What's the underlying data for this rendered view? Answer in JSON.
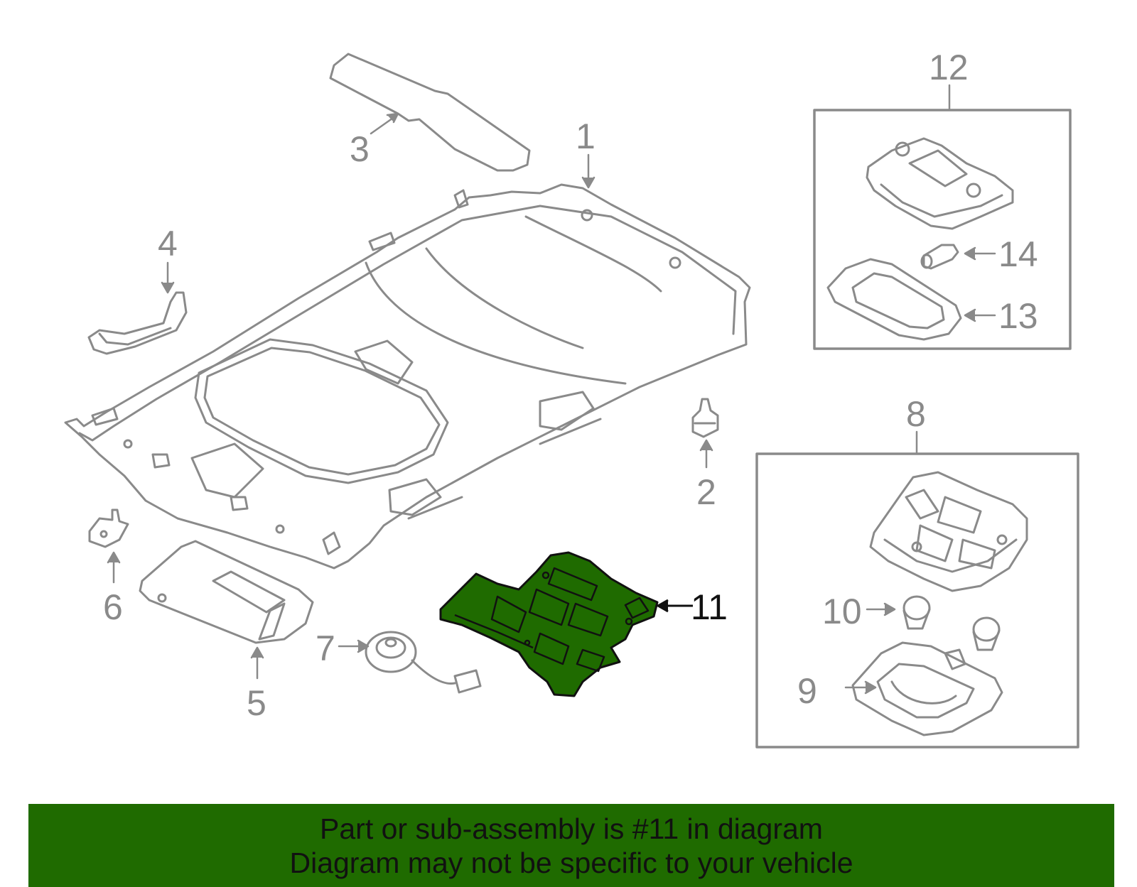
{
  "callouts": {
    "c1": "1",
    "c2": "2",
    "c3": "3",
    "c4": "4",
    "c5": "5",
    "c6": "6",
    "c7": "7",
    "c8": "8",
    "c9": "9",
    "c10": "10",
    "c11": "11",
    "c12": "12",
    "c13": "13",
    "c14": "14"
  },
  "highlighted_part": "11",
  "colors": {
    "line_art": "#8a8a8a",
    "highlight_fill": "#1f6b00",
    "highlight_outline": "#111111",
    "banner_background": "#1f6b00",
    "banner_text": "#111111"
  },
  "banner": {
    "line1": "Part or sub-assembly is #11 in diagram",
    "line2": "Diagram may not be specific to your vehicle"
  }
}
